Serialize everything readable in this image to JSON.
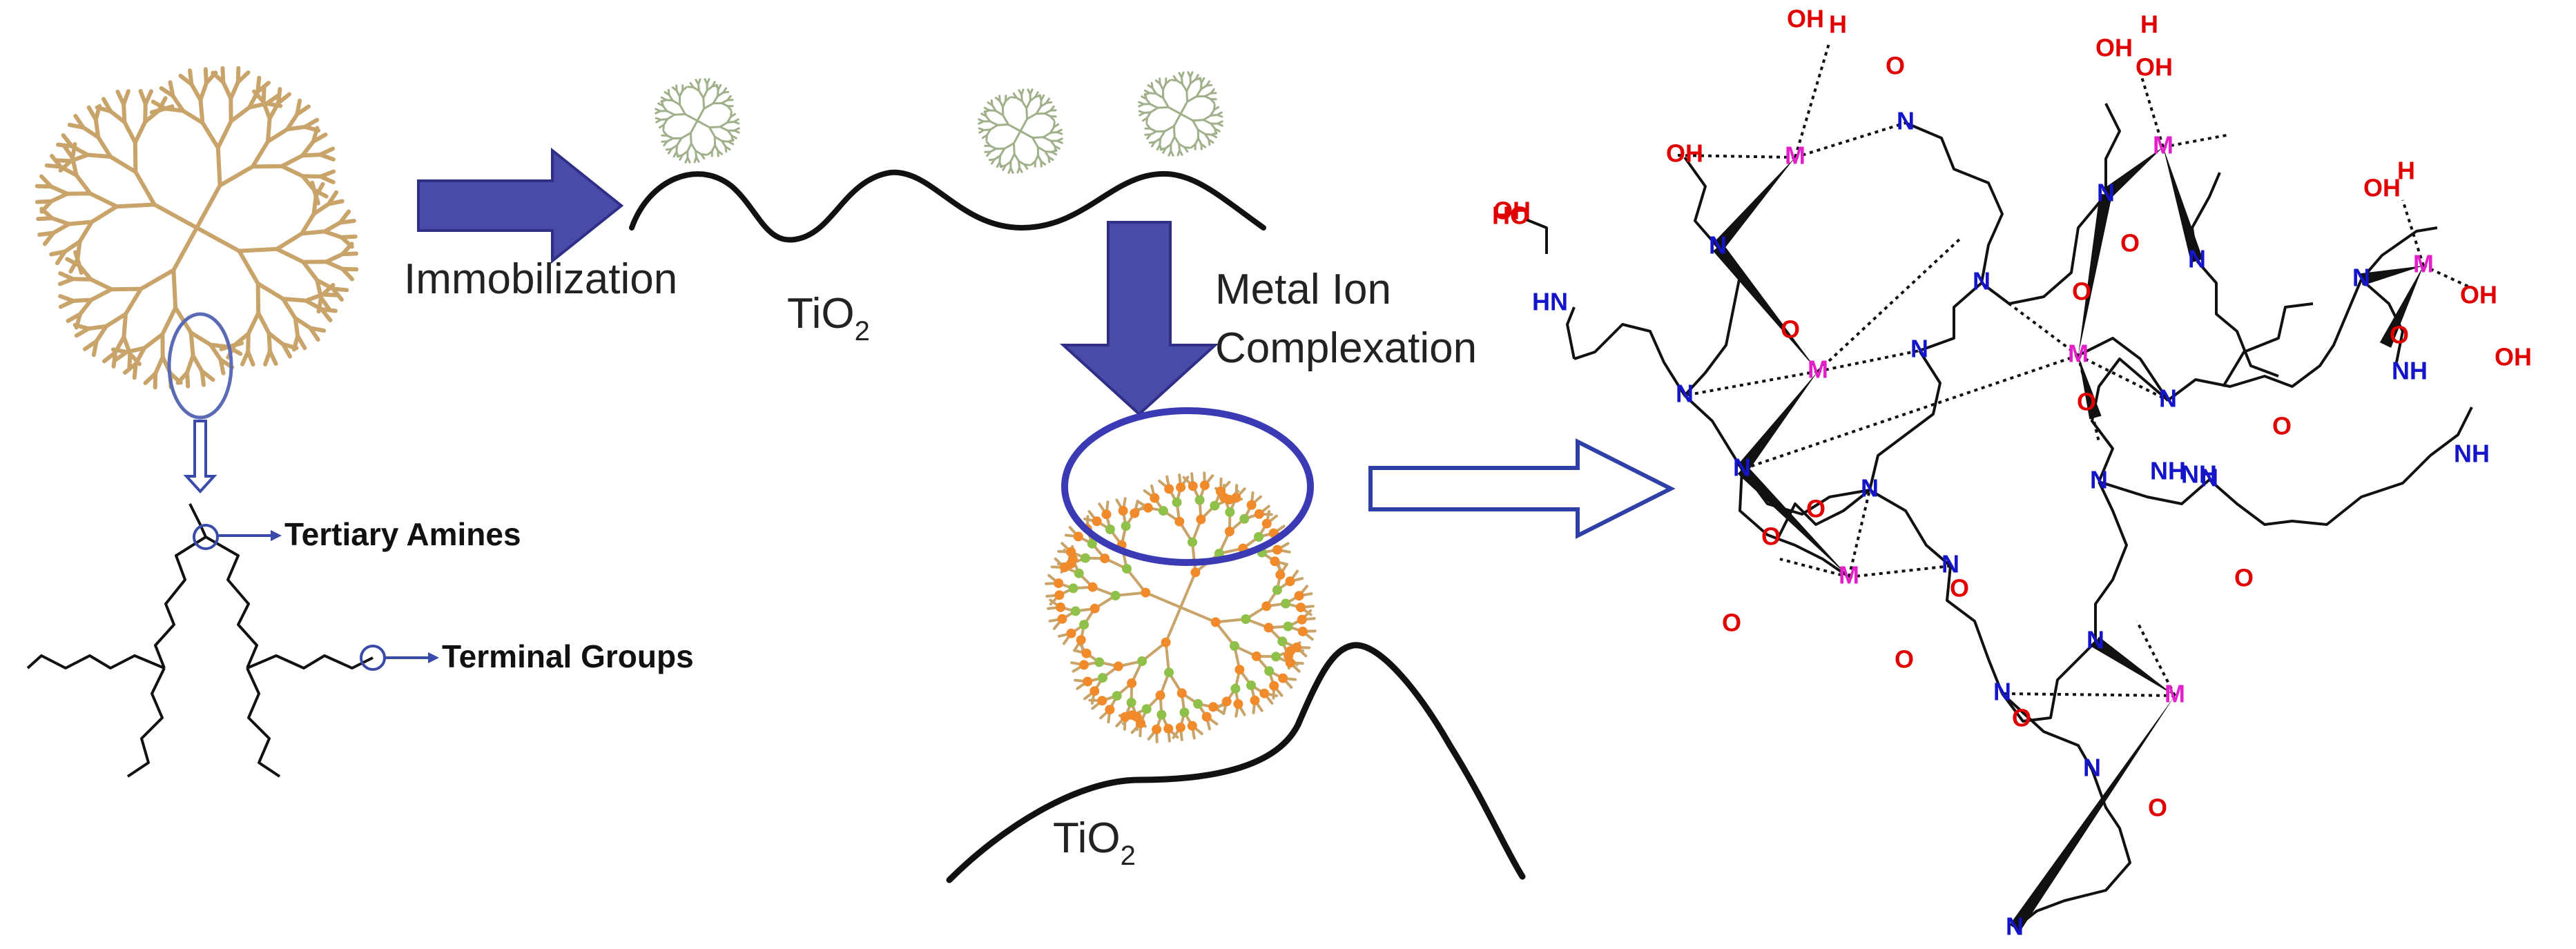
{
  "labels": {
    "immobilization": "Immobilization",
    "tio2_top": "TiO",
    "tio2_top_sub": "2",
    "metal_ion_line1": "Metal Ion",
    "metal_ion_line2": "Complexation",
    "tio2_bottom": "TiO",
    "tio2_bottom_sub": "2",
    "tertiary_amines": "Tertiary Amines",
    "terminal_groups": "Terminal Groups"
  },
  "atoms": {
    "M": "M",
    "N": "N",
    "O": "O",
    "OH": "OH",
    "HO": "HO",
    "HN": "HN",
    "NH": "NH",
    "H": "H"
  },
  "colors": {
    "arrow_fill": "#4a4aa8",
    "arrow_outline": "#3636a0",
    "dendrimer_branch": "#c9a46a",
    "dendrimer_small": "#9fb08a",
    "node_orange": "#f08a2a",
    "node_green": "#8ec04a",
    "highlight_ellipse": "#3a3ab5",
    "nitrogen": "#1414c8",
    "oxygen": "#e00000",
    "metal": "#e21fc9"
  }
}
